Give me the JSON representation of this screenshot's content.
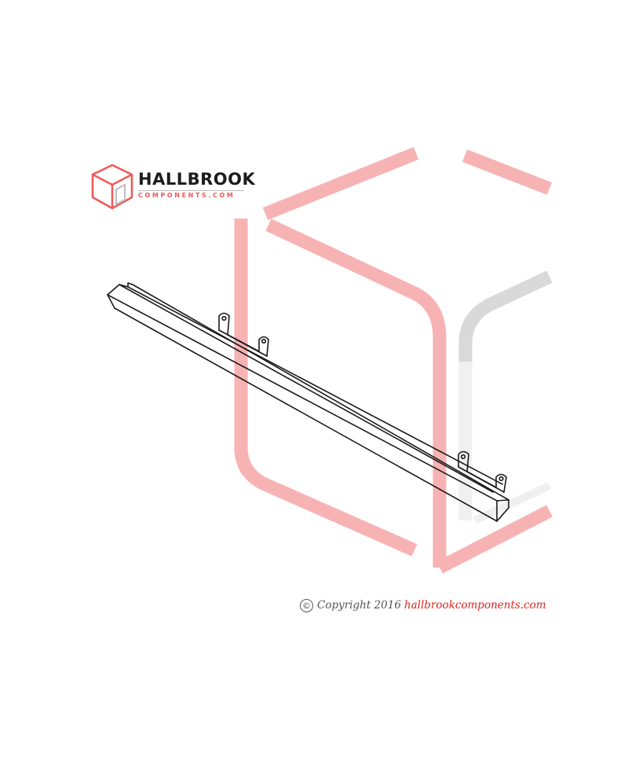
{
  "brand": {
    "name": "HALLBROOK",
    "tagline": "COMPONENTS.COM",
    "name_color": "#1c1c1c",
    "accent_color": "#ef5a5a"
  },
  "watermark": {
    "icon": "cube-watermark-icon",
    "color": "#f7b3b3",
    "shade_color": "#d9d9d9"
  },
  "product": {
    "icon": "angle-rail-with-mounting-tabs-icon",
    "stroke_color": "#1a1a1a"
  },
  "footer": {
    "symbol": "©",
    "text": "Copyright 2016",
    "link": "hallbrookcomponents.com",
    "link_color": "#e2231a"
  }
}
